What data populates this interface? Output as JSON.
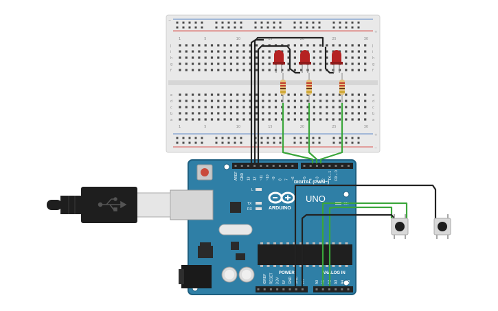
{
  "canvas": {
    "background": "#ffffff"
  },
  "colors": {
    "board": "#2f7fa6",
    "board_edge": "#1e5f80",
    "breadboard": "#e9e9e9",
    "rail_red": "#d9534f",
    "rail_blue": "#5b87c7",
    "led_red": "#b52222",
    "wire_black": "#222222",
    "wire_green": "#3aa63a",
    "usb_black": "#1e1e1e"
  },
  "breadboard": {
    "rail_plus": "+",
    "rail_minus": "−",
    "row_letters_top": [
      "j",
      "i",
      "h",
      "g",
      "f"
    ],
    "row_letters_bottom": [
      "e",
      "d",
      "c",
      "b",
      "a"
    ],
    "column_numbers": [
      "1",
      "5",
      "10",
      "15",
      "20",
      "25",
      "30"
    ]
  },
  "arduino": {
    "logo_text": "ARDUINO",
    "model": "UNO",
    "digital_label": "DIGITAL (PWM~)",
    "power_label": "POWER",
    "analog_label": "ANALOG IN",
    "on_label": "ON",
    "led_l": "L",
    "led_tx": "TX",
    "led_rx": "RX",
    "header_top_labels": [
      "AREF",
      "GND",
      "13",
      "12",
      "~11",
      "~10",
      "~9",
      "8",
      "7",
      "~6",
      "~5",
      "4",
      "~3",
      "2",
      "TX→1",
      "RX←0"
    ],
    "power_pins": [
      "IOREF",
      "RESET",
      "3.3V",
      "5V",
      "GND",
      "GND",
      "Vin"
    ],
    "analog_pins": [
      "A0",
      "A1",
      "A2",
      "A3",
      "A4",
      "A5"
    ]
  },
  "components": {
    "leds": [
      "led-1",
      "led-2",
      "led-3"
    ],
    "resistors": [
      "resistor-1",
      "resistor-2",
      "resistor-3"
    ],
    "buttons": [
      "pushbutton-1",
      "pushbutton-2"
    ]
  }
}
